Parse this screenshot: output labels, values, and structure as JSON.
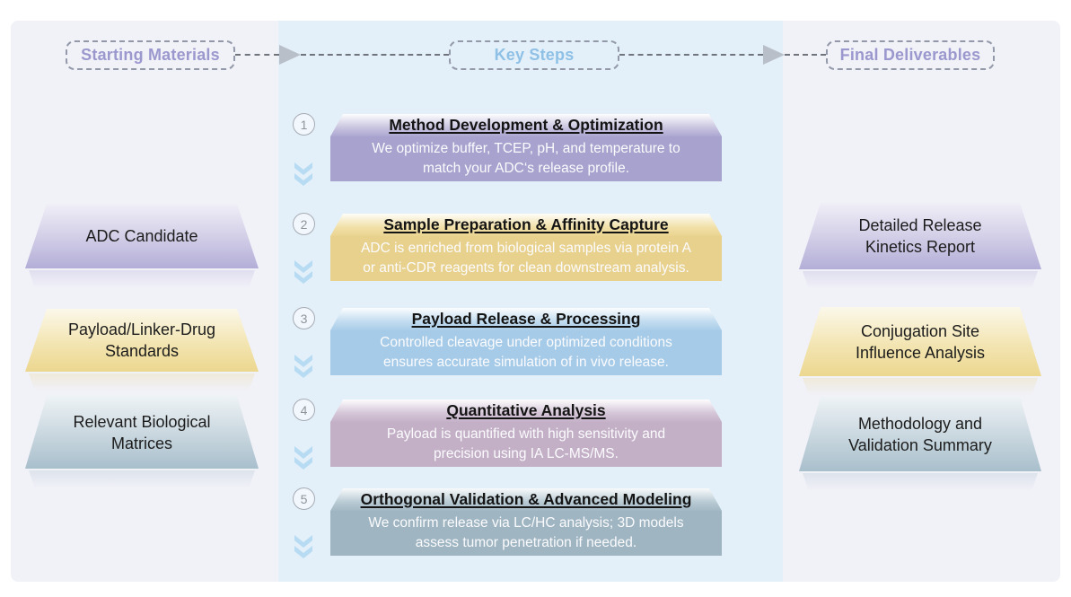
{
  "headers": {
    "left": "Starting Materials",
    "middle": "Key Steps",
    "right": "Final Deliverables"
  },
  "left_items": [
    {
      "label": "ADC Candidate",
      "color": "#b3aed7"
    },
    {
      "label": "Payload/Linker-Drug\nStandards",
      "color": "#ecd78f"
    },
    {
      "label": "Relevant Biological\nMatrices",
      "color": "#a8bfcc"
    }
  ],
  "steps": [
    {
      "number": "1",
      "title": "Method Development & Optimization",
      "body": "We optimize buffer, TCEP, pH, and temperature to\nmatch your ADC‘s release profile.",
      "color": "#a7a2ce"
    },
    {
      "number": "2",
      "title": "Sample Preparation & Affinity Capture",
      "body": "ADC is enriched from biological samples via protein A\nor anti-CDR reagents for clean downstream analysis.",
      "color": "#e8d18d"
    },
    {
      "number": "3",
      "title": "Payload Release & Processing",
      "body": "Controlled cleavage under optimized conditions\nensures accurate simulation of in vivo release.",
      "color": "#a6cbe8"
    },
    {
      "number": "4",
      "title": "Quantitative Analysis",
      "body": "Payload is quantified with high sensitivity and\nprecision using IA LC-MS/MS.",
      "color": "#c3b0c7"
    },
    {
      "number": "5",
      "title": "Orthogonal Validation & Advanced Modeling",
      "body": "We confirm release via LC/HC analysis; 3D models\nassess tumor penetration if needed.",
      "color": "#9fb5c2"
    }
  ],
  "right_items": [
    {
      "label": "Detailed Release\nKinetics Report",
      "color": "#b3aed7"
    },
    {
      "label": "Conjugation Site\nInfluence Analysis",
      "color": "#ecd78f"
    },
    {
      "label": "Methodology and\nValidation Summary",
      "color": "#a8bfcc"
    }
  ],
  "colors": {
    "outer_panel": "#f1f1f8",
    "middle_panel": "#e3f0f9",
    "header_purple": "#9b98ce",
    "header_blue": "#8fc0e6",
    "dash_line": "#70747c",
    "arrowhead": "#b9bfc9",
    "chevron": "#b7dbf3"
  },
  "icons": {
    "flow_arrow": "flow-arrowhead-right-icon",
    "step_arrow": "double-chevron-down-icon",
    "step_badge": "step-number-badge"
  }
}
